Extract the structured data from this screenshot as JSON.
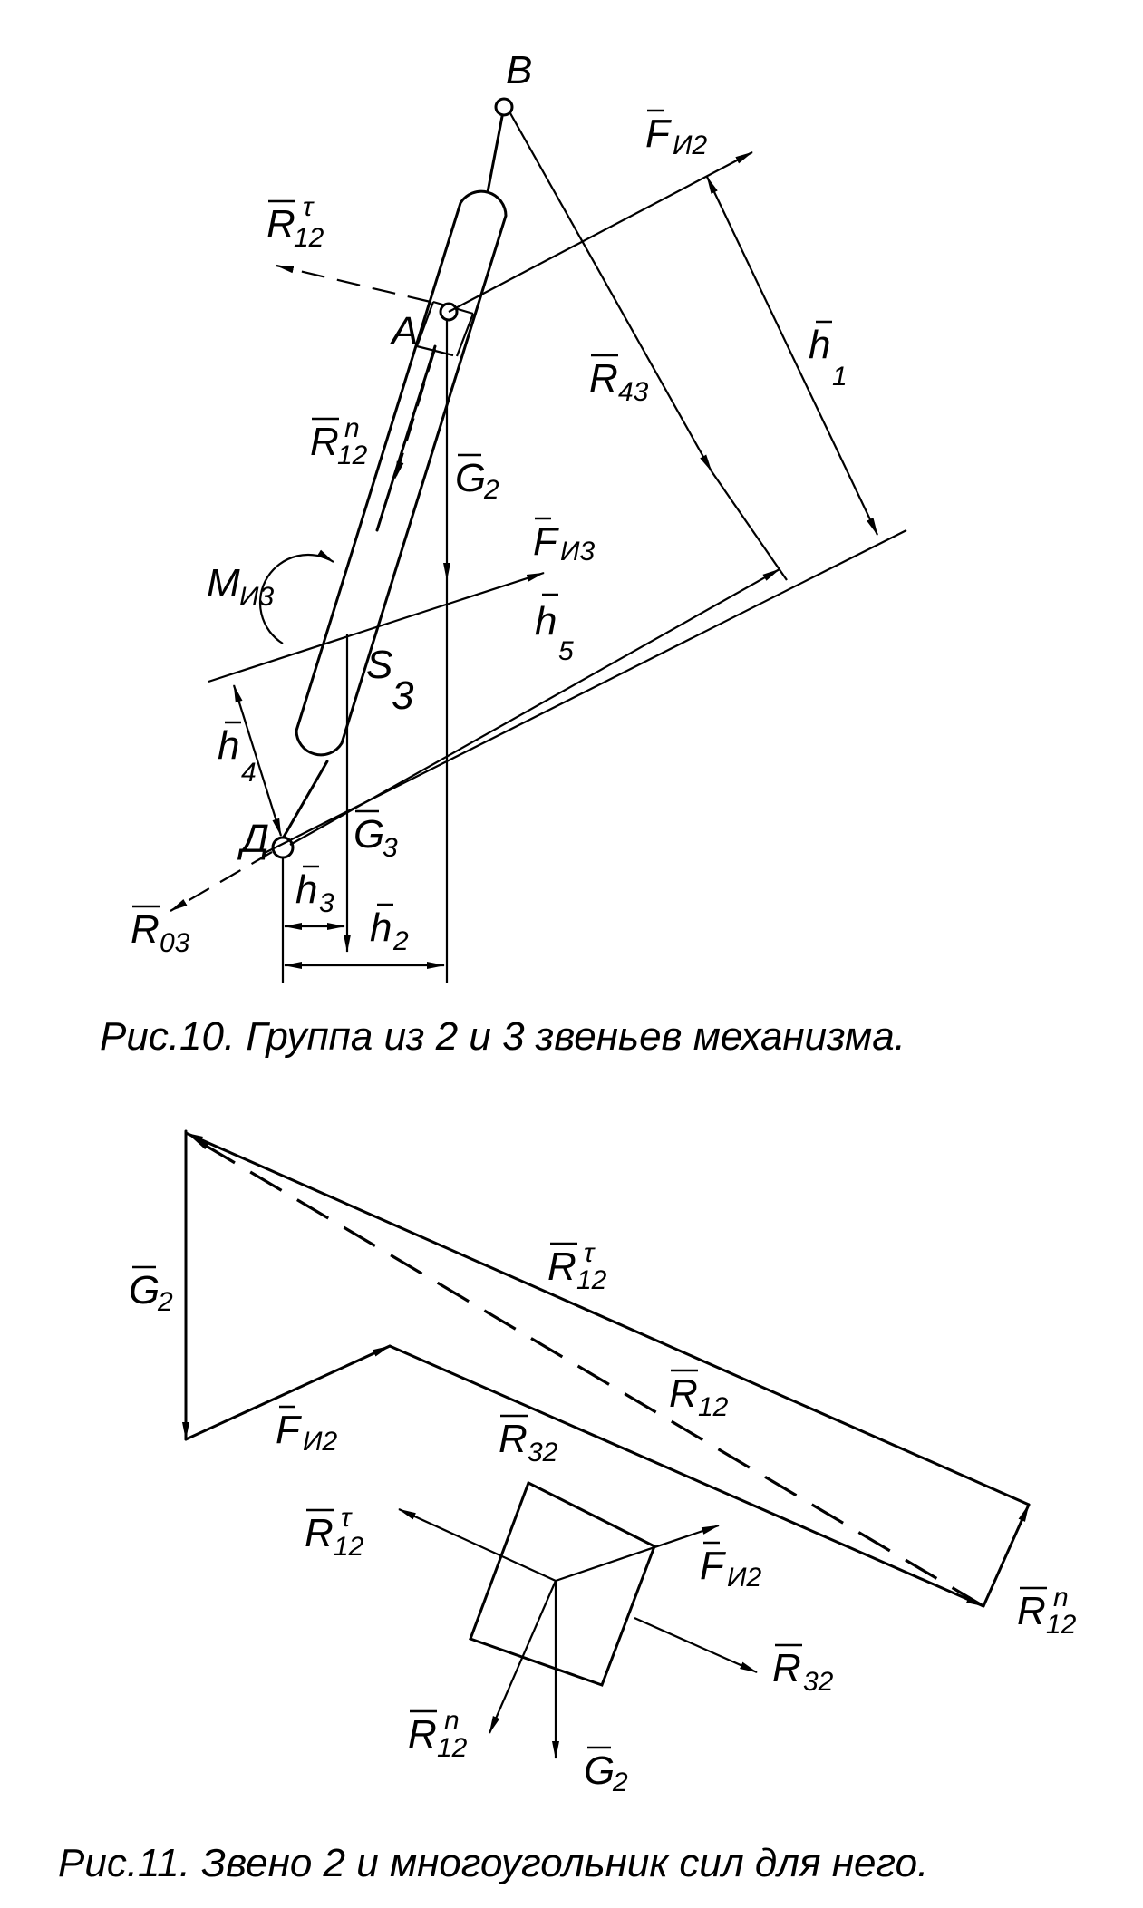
{
  "fig10": {
    "caption": "Рис.10. Группа из 2 и 3 звеньев механизма.",
    "labels": {
      "B": "B",
      "A": "A",
      "D": "Д",
      "F_I2": "F",
      "F_I2_sub": "И2",
      "R12_tau": "R",
      "R12_tau_sup": "τ",
      "R12_tau_sub": "12",
      "R43": "R",
      "R43_sub": "43",
      "h1": "h",
      "h1_sub": "1",
      "R12_n": "R",
      "R12_n_sup": "n",
      "R12_n_sub": "12",
      "G2": "G",
      "G2_sub": "2",
      "F_I3": "F",
      "F_I3_sub": "И3",
      "M_I3": "M",
      "M_I3_sub": "И3",
      "h5": "h",
      "h5_sub": "5",
      "S3": "S",
      "S3_sub": "3",
      "h4": "h",
      "h4_sub": "4",
      "G3": "G",
      "G3_sub": "3",
      "h3": "h",
      "h3_sub": "3",
      "h2": "h",
      "h2_sub": "2",
      "R03": "R",
      "R03_sub": "03"
    }
  },
  "fig11": {
    "caption": "Рис.11. Звено 2 и многоугольник сил для него.",
    "labels": {
      "G2": "G",
      "G2_sub": "2",
      "R12_tau": "R",
      "R12_tau_sup": "τ",
      "R12_tau_sub": "12",
      "R12": "R",
      "R12_sub": "12",
      "F_I2": "F",
      "F_I2_sub": "И2",
      "R32": "R",
      "R32_sub": "32",
      "R12_n": "R",
      "R12_n_sup": "n",
      "R12_n_sub": "12",
      "fb_R12_tau": "R",
      "fb_R12_tau_sup": "τ",
      "fb_R12_tau_sub": "12",
      "fb_F_I2": "F",
      "fb_F_I2_sub": "И2",
      "fb_R32": "R",
      "fb_R32_sub": "32",
      "fb_R12_n": "R",
      "fb_R12_n_sup": "n",
      "fb_R12_n_sub": "12",
      "fb_G2": "G",
      "fb_G2_sub": "2"
    }
  }
}
